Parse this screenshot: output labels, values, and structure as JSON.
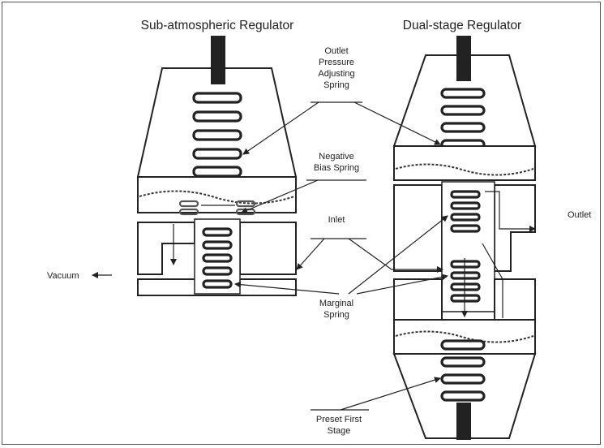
{
  "titles": {
    "left": "Sub-atmospheric Regulator",
    "right": "Dual-stage Regulator"
  },
  "labels": {
    "outlet_spring": [
      "Outlet",
      "Pressure",
      "Adjusting",
      "Spring"
    ],
    "negative_bias": [
      "Negative",
      "Bias Spring"
    ],
    "inlet": "Inlet",
    "marginal": [
      "Marginal",
      "Spring"
    ],
    "preset": [
      "Preset First",
      "Stage"
    ],
    "vacuum": "Vacuum",
    "outlet": "Outlet"
  }
}
